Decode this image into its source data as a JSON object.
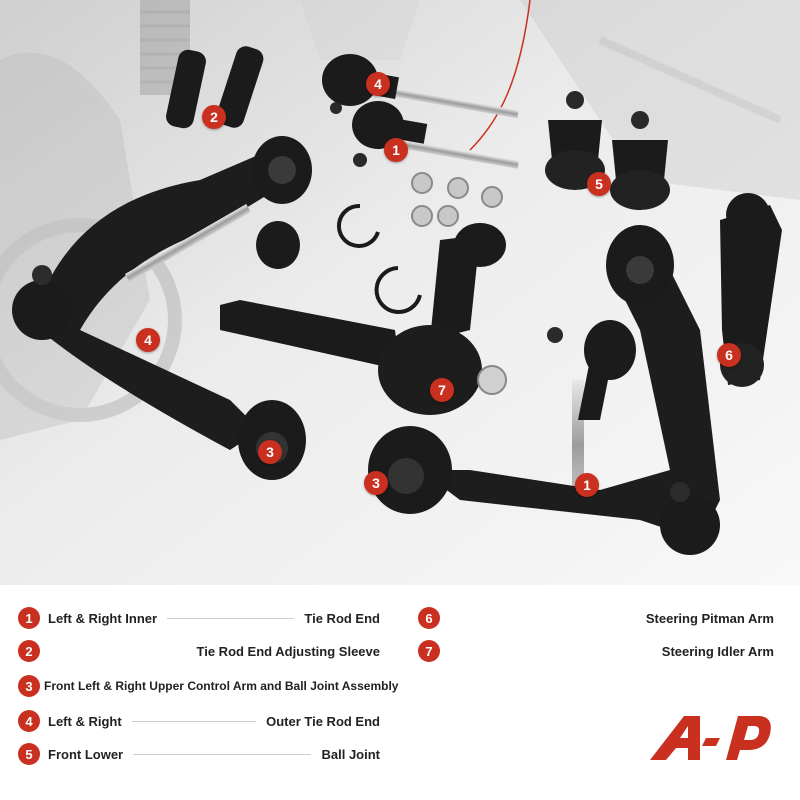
{
  "badges": {
    "b1a": "1",
    "b1b": "1",
    "b2": "2",
    "b3a": "3",
    "b3b": "3",
    "b4a": "4",
    "b4b": "4",
    "b5": "5",
    "b6": "6",
    "b7": "7"
  },
  "legend": [
    {
      "num": "1",
      "left": "Left & Right Inner",
      "right": "Tie Rod End"
    },
    {
      "num": "2",
      "left": "",
      "right": "Tie Rod End Adjusting Sleeve"
    },
    {
      "num": "3",
      "left": "Front Left & Right Upper  Control Arm and Ball Joint Assembly",
      "right": ""
    },
    {
      "num": "4",
      "left": "Left & Right",
      "right": "Outer Tie Rod End"
    },
    {
      "num": "5",
      "left": "Front Lower",
      "right": "Ball Joint"
    }
  ],
  "legend_right": [
    {
      "num": "6",
      "label": "Steering Pitman Arm"
    },
    {
      "num": "7",
      "label": "Steering Idler Arm"
    }
  ],
  "colors": {
    "accent": "#c9301f",
    "part": "#1a1a1a",
    "background_photo": "#e6e6e6"
  }
}
